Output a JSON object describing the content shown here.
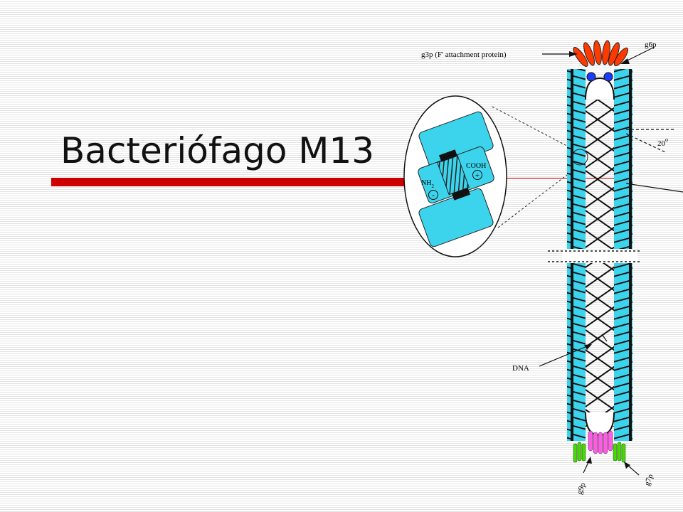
{
  "slide": {
    "title": "Bacteriófago M13"
  },
  "diagram": {
    "labels": {
      "g3p": "g3p (F' attachment protein)",
      "g6p": "g6p",
      "angle": "20",
      "angle_unit": "o",
      "dna": "DNA",
      "g9p": "g9p",
      "g7p": "g7p",
      "cooh": "COOH",
      "nh2": "NH",
      "nh2_sub": "2",
      "plus": "+",
      "minus": "-"
    },
    "colors": {
      "capsid": "#3cd4ec",
      "g3p": "#ff3a00",
      "g6p": "#1a3cff",
      "g9p": "#ff5ce6",
      "g7p": "#44dd00",
      "accent": "#cc0000"
    }
  }
}
